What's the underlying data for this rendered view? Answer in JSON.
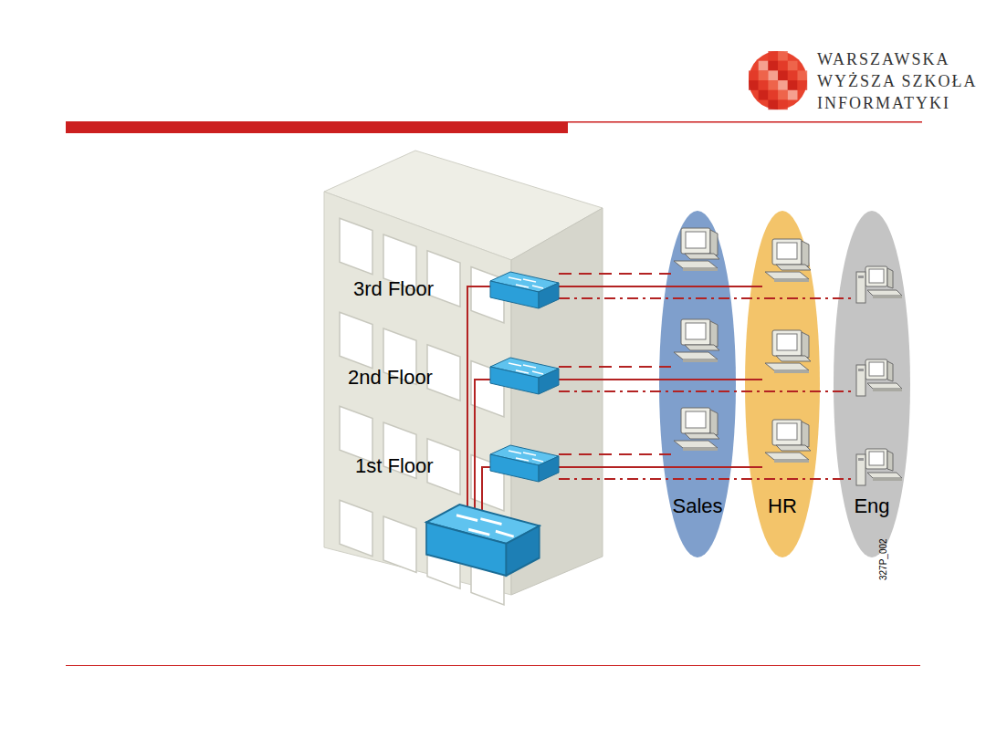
{
  "diagram": {
    "nodes": [
      {
        "text": [
          "Sales"
        ]
      },
      {
        "text": [
          "HR"
        ]
      },
      {
        "text": [
          "Eng"
        ]
      }
    ],
    "labels": [
      "WARSZAWSKA",
      "WYŻSZA SZKOŁA",
      "INFORMATYKI",
      "3rd Floor",
      "2nd Floor",
      "1st Floor",
      "327P_002"
    ]
  }
}
